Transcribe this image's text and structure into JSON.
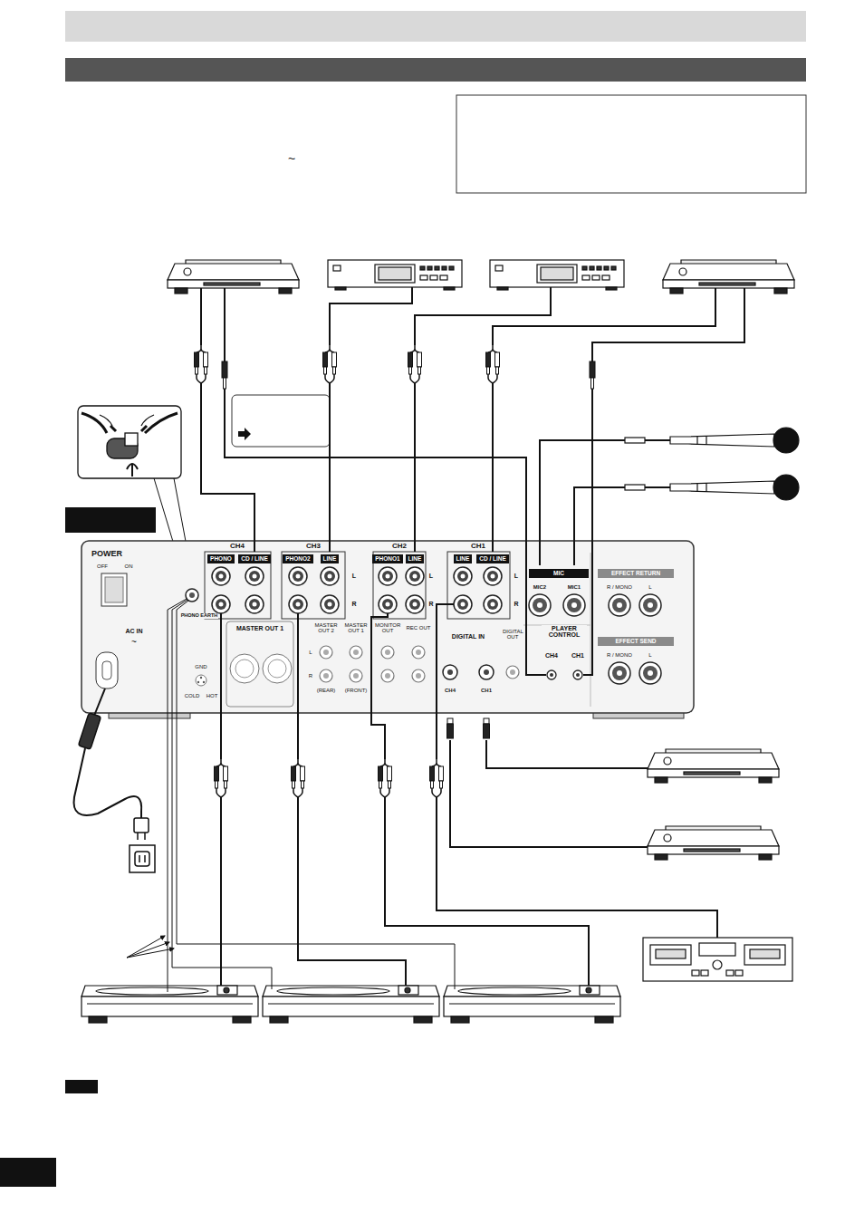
{
  "diagram": {
    "nodes": [
      {
        "text": [
          "PHONO"
        ]
      },
      {
        "text": [
          "CD / LINE"
        ]
      },
      {
        "text": [
          "PHONO2"
        ]
      },
      {
        "text": [
          "LINE"
        ]
      },
      {
        "text": [
          "PHONO1"
        ]
      },
      {
        "text": [
          "LINE"
        ]
      },
      {
        "text": [
          "LINE"
        ]
      },
      {
        "text": [
          "CD / LINE"
        ]
      },
      {
        "text": [
          "MIC"
        ]
      },
      {
        "text": [
          "EFFECT RETURN"
        ]
      },
      {
        "text": [
          "EFFECT SEND"
        ]
      }
    ],
    "labels": [
      "~",
      "POWER",
      "OFF",
      "ON",
      "CH4",
      "CH3",
      "CH2",
      "CH1",
      "L",
      "R",
      "L",
      "R",
      "L",
      "R",
      "PHONO EARTH",
      "AC IN",
      "~",
      "MASTER OUT 1",
      "MASTER OUT 2",
      "MASTER OUT 1",
      "MONITOR OUT",
      "REC OUT",
      "L",
      "R",
      "GND",
      "COLD",
      "HOT",
      "(REAR)",
      "(FRONT)",
      "DIGITAL IN",
      "DIGITAL OUT",
      "CH4",
      "CH1",
      "MIC2",
      "MIC1",
      "PLAYER CONTROL",
      "CH4",
      "CH1",
      "R / MONO",
      "L",
      "R / MONO",
      "L"
    ]
  }
}
